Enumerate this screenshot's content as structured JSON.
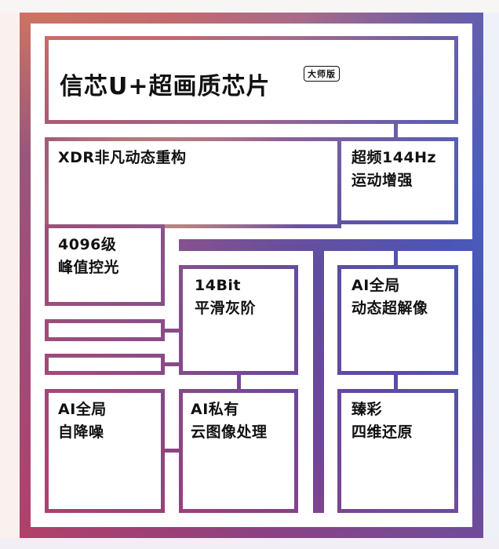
{
  "diagram": {
    "title": "信芯U+超画质芯片",
    "badge": "大师版",
    "colors": {
      "gradient_start": "#d17660",
      "gradient_mid": "#7a5fa6",
      "gradient_end": "#3b6fcf",
      "text": "#111111",
      "box_fill": "#ffffff"
    },
    "blocks": [
      {
        "id": "xdr",
        "label": "XDR非凡动态重构"
      },
      {
        "id": "hz144",
        "label": "超频144Hz\n运动增强"
      },
      {
        "id": "dimming",
        "label": "4096级\n峰值控光"
      },
      {
        "id": "gray",
        "label": "14Bit\n平滑灰阶"
      },
      {
        "id": "sr",
        "label": "AI全局\n动态超解像"
      },
      {
        "id": "denoise",
        "label": "AI全局\n自降噪"
      },
      {
        "id": "cloud",
        "label": "AI私有\n云图像处理"
      },
      {
        "id": "color",
        "label": "臻彩\n四维还原"
      }
    ]
  }
}
